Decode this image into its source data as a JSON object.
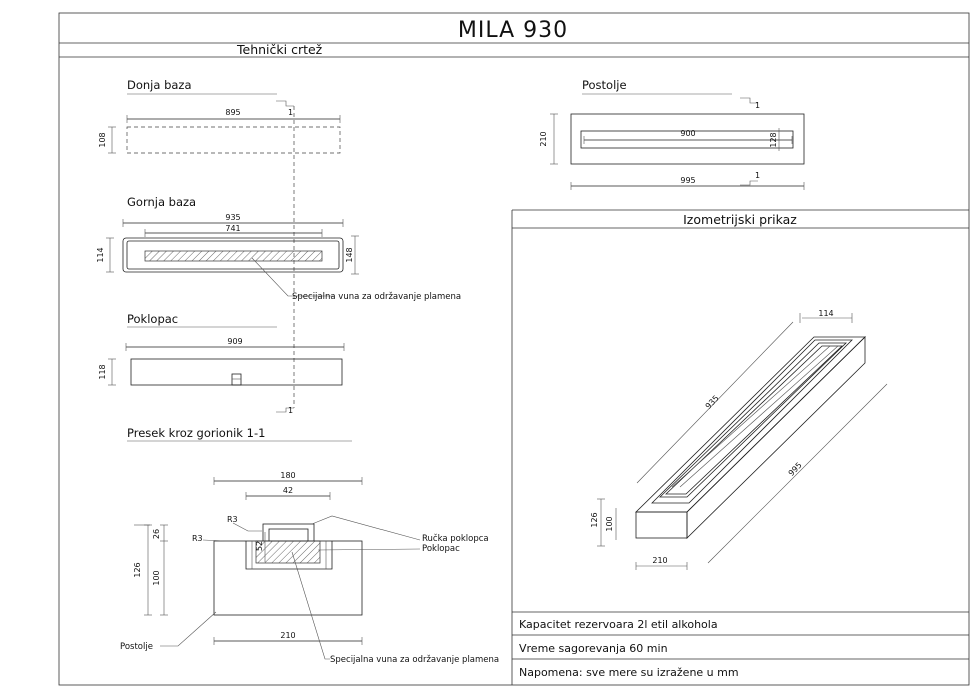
{
  "title": "MILA 930",
  "subtitle": "Tehnički crtež",
  "iso_title": "Izometrijski prikaz",
  "sections": {
    "donja_baza": "Donja baza",
    "gornja_baza": "Gornja baza",
    "poklopac": "Poklopac",
    "presek": "Presek kroz gorionik 1-1",
    "postolje": "Postolje"
  },
  "dims": {
    "donja_len": "895",
    "donja_h": "108",
    "gornja_len": "935",
    "gornja_inner": "741",
    "gornja_h": "114",
    "gornja_h2": "148",
    "poklopac_len": "909",
    "poklopac_h": "118",
    "postolje_inner": "900",
    "postolje_len": "995",
    "postolje_h": "210",
    "postolje_inner_h": "128",
    "sec_180": "180",
    "sec_42": "42",
    "sec_r3a": "R3",
    "sec_r3b": "R3",
    "sec_26": "26",
    "sec_52": "52",
    "sec_126": "126",
    "sec_100": "100",
    "sec_210": "210",
    "iso_114": "114",
    "iso_935": "935",
    "iso_995": "995",
    "iso_126": "126",
    "iso_100": "100",
    "iso_210": "210"
  },
  "cut_mark": "1",
  "notes": {
    "vuna": "Specijalna vuna za održavanje plamena",
    "rucka": "Ručka poklopca",
    "poklopac": "Poklopac",
    "postolje": "Postolje"
  },
  "info": {
    "kapacitet": "Kapacitet rezervoara 2l etil alkohola",
    "vreme": "Vreme sagorevanja 60 min",
    "napomena": "Napomena: sve mere su izražene u mm"
  }
}
